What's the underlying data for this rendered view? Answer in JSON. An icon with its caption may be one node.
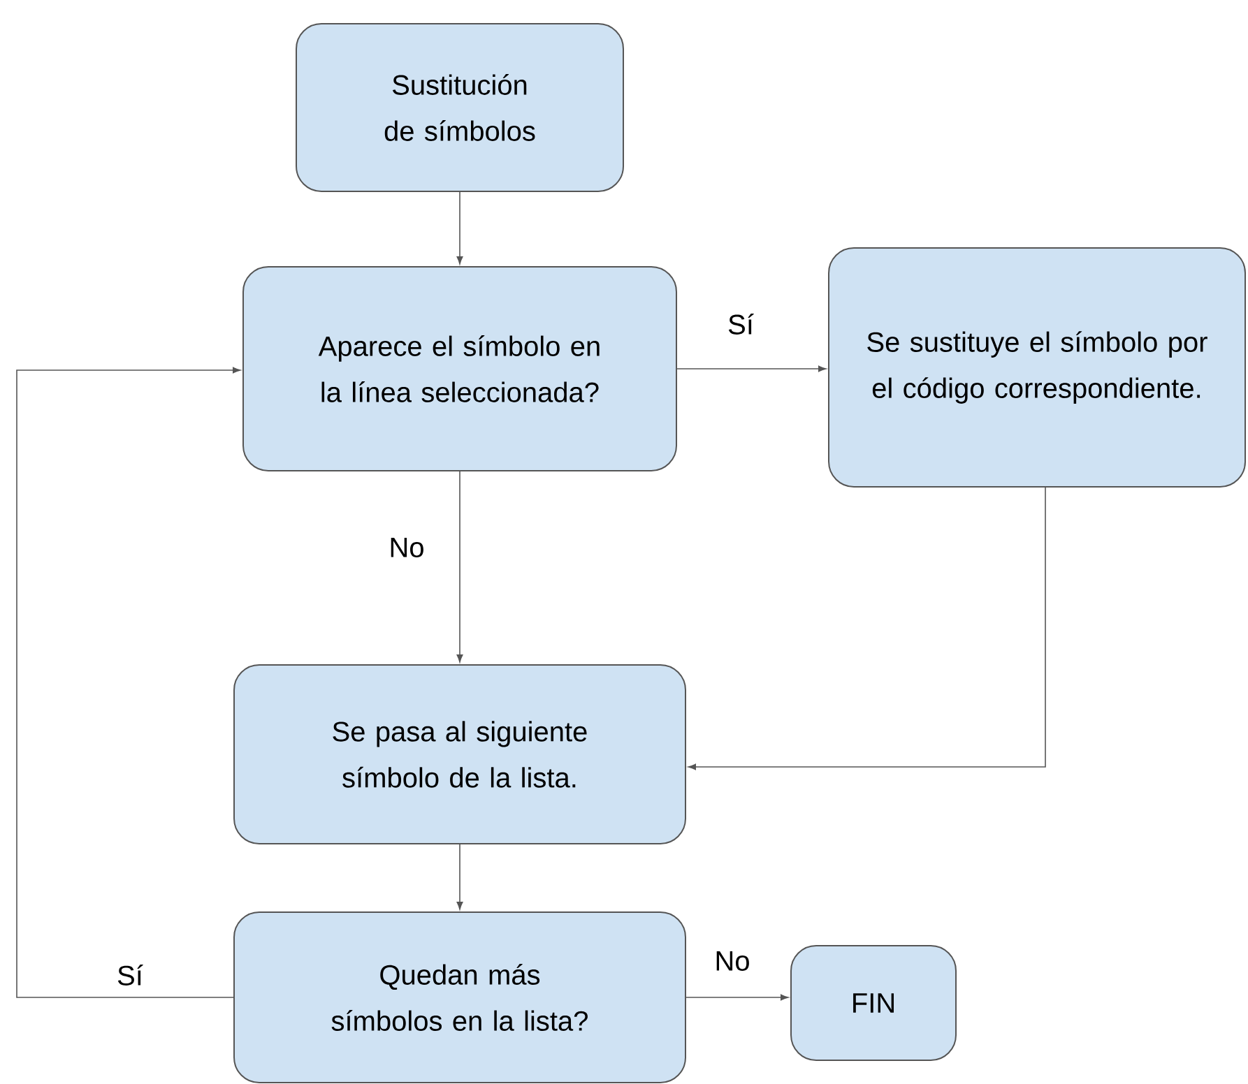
{
  "diagram": {
    "nodes": [
      {
        "text": [
          "Sustitución de símbolos"
        ]
      },
      {
        "text": [
          "Aparece el símbolo en la línea seleccionada?"
        ]
      },
      {
        "text": [
          "Se sustituye el símbolo por el código correspondiente."
        ]
      },
      {
        "text": [
          "Se pasa al siguiente símbolo de la lista."
        ]
      },
      {
        "text": [
          "Quedan más símbolos en la lista?"
        ]
      },
      {
        "text": [
          "FIN"
        ]
      }
    ],
    "edges": [
      {
        "from": 0,
        "to": 1,
        "arrow": "to"
      },
      {
        "from": 1,
        "to": 2,
        "arrow": "to",
        "label": "Sí"
      },
      {
        "from": 1,
        "to": 3,
        "arrow": "to",
        "label": "No"
      },
      {
        "from": 2,
        "to": 3,
        "arrow": "to"
      },
      {
        "from": 3,
        "to": 4,
        "arrow": "to"
      },
      {
        "from": 4,
        "to": 1,
        "arrow": "to",
        "label": "Sí"
      },
      {
        "from": 4,
        "to": 5,
        "arrow": "to",
        "label": "No"
      }
    ]
  }
}
